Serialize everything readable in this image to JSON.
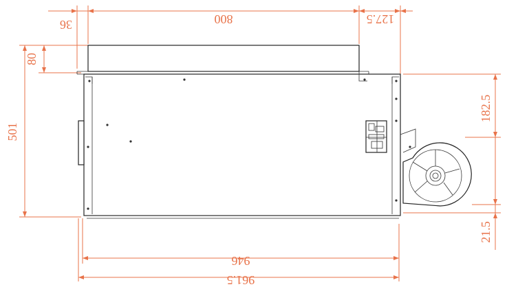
{
  "dimensions": {
    "top_left_offset": "36",
    "top_width": "800",
    "top_right_offset": "127.5",
    "flange_height": "80",
    "total_height": "501",
    "right_upper": "182.5",
    "right_lower": "21.5",
    "body_width": "946",
    "overall_width": "961.5"
  },
  "colors": {
    "dimension_line": "#e8734a",
    "outline": "#222222"
  }
}
